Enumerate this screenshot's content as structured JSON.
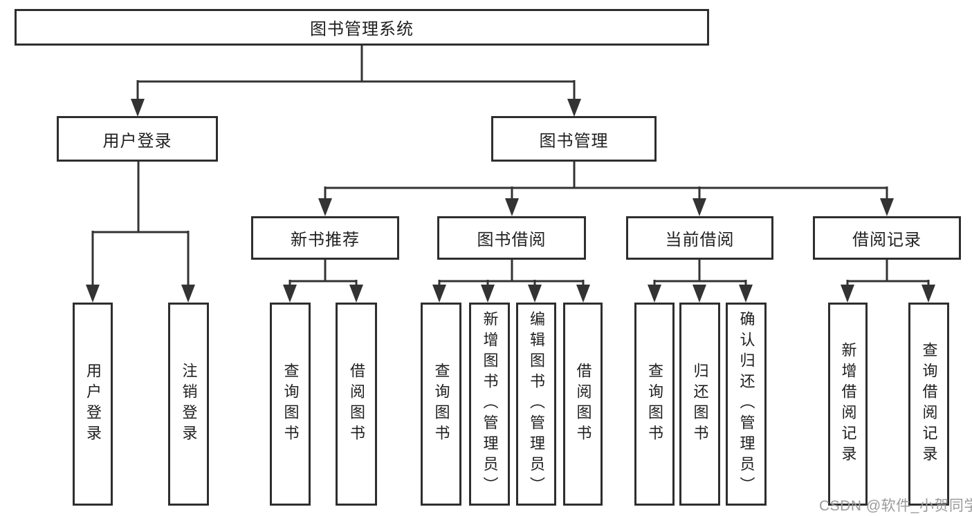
{
  "diagram": {
    "title": "图书管理系统",
    "nodes": {
      "root": "图书管理系统",
      "user_login": "用户登录",
      "book_management": "图书管理",
      "new_book_recommend": "新书推荐",
      "book_borrowing": "图书借阅",
      "current_borrowing": "当前借阅",
      "borrowing_records": "借阅记录",
      "leaf_user_login": "用户登录",
      "leaf_logout": "注销登录",
      "leaf_recommend_query_books": "查询图书",
      "leaf_recommend_borrow_books": "借阅图书",
      "leaf_borrowing_query_books": "查询图书",
      "leaf_borrowing_add_books": "新增图书（管理员）",
      "leaf_borrowing_edit_books": "编辑图书（管理员）",
      "leaf_borrowing_borrow_books": "借阅图书",
      "leaf_current_query_books": "查询图书",
      "leaf_current_return_books": "归还图书",
      "leaf_current_confirm_return": "确认归还（管理员）",
      "leaf_records_add_record": "新增借阅记录",
      "leaf_records_query_record": "查询借阅记录"
    }
  },
  "watermark": "CSDN @软件_小贺同学",
  "colors": {
    "line": "#333333",
    "box_border": "#2e2e2e",
    "text": "#1f1f1f",
    "watermark": "#9b9b9b",
    "background": "#ffffff"
  }
}
